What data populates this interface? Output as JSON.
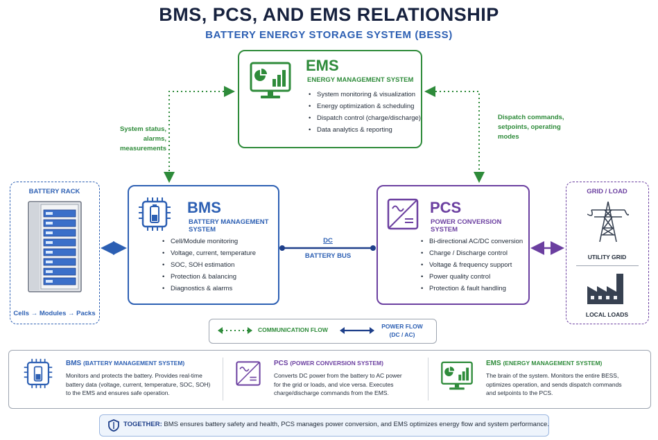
{
  "header": {
    "title": "BMS, PCS, AND EMS RELATIONSHIP",
    "subtitle": "BATTERY ENERGY STORAGE SYSTEM (BESS)"
  },
  "ems": {
    "abbr": "EMS",
    "full": "ENERGY MANAGEMENT SYSTEM",
    "features": [
      "System monitoring & visualization",
      "Energy optimization & scheduling",
      "Dispatch control (charge/discharge)",
      "Data analytics & reporting"
    ],
    "icon": "monitor-chart-icon"
  },
  "bms": {
    "abbr": "BMS",
    "full": "BATTERY MANAGEMENT SYSTEM",
    "features": [
      "Cell/Module monitoring",
      "Voltage, current, temperature",
      "SOC, SOH estimation",
      "Protection & balancing",
      "Diagnostics & alarms"
    ],
    "icon": "battery-chip-icon"
  },
  "pcs": {
    "abbr": "PCS",
    "full": "POWER CONVERSION SYSTEM",
    "features": [
      "Bi-directional AC/DC conversion",
      "Charge / Discharge control",
      "Voltage & frequency support",
      "Power quality control",
      "Protection & fault handling"
    ],
    "icon": "ac-dc-converter-icon"
  },
  "battery_rack": {
    "title": "BATTERY RACK",
    "caption": "Cells → Modules → Packs",
    "icon": "battery-rack-icon"
  },
  "grid_load": {
    "title": "GRID / LOAD",
    "utility": "UTILITY GRID",
    "loads": "LOCAL LOADS",
    "icons": [
      "transmission-tower-icon",
      "factory-icon"
    ]
  },
  "flows": {
    "left_label": [
      "System status,",
      "alarms, measurements"
    ],
    "right_label": [
      "Dispatch commands,",
      "setpoints, operating",
      "modes"
    ],
    "bus_top": "DC",
    "bus_bottom": "BATTERY BUS"
  },
  "legend": {
    "communication": "COMMUNICATION FLOW",
    "power": [
      "POWER FLOW",
      "(DC / AC)"
    ]
  },
  "descriptions": {
    "bms": {
      "abbr": "BMS",
      "full": "(BATTERY MANAGEMENT SYSTEM)",
      "lines": [
        "Monitors and protects the battery. Provides real-time",
        "battery data (voltage, current, temperature, SOC, SOH)",
        "to the EMS and ensures safe operation."
      ]
    },
    "pcs": {
      "abbr": "PCS",
      "full": "(POWER CONVERSION SYSTEM)",
      "lines": [
        "Converts DC power from the battery to AC power",
        "for the grid or loads, and vice versa. Executes",
        "charge/discharge commands from the EMS."
      ]
    },
    "ems": {
      "abbr": "EMS",
      "full": "(ENERGY MANAGEMENT SYSTEM)",
      "lines": [
        "The brain of the system. Monitors the entire BESS,",
        "optimizes operation, and sends dispatch commands",
        "and setpoints to the PCS."
      ]
    }
  },
  "together": {
    "label": "TOGETHER:",
    "text": "BMS ensures battery safety and health, PCS manages power conversion, and EMS optimizes energy flow and system performance.",
    "icon": "shield-icon"
  },
  "colors": {
    "title": "#16213e",
    "ems": "#2e8b3a",
    "bms": "#2c5fb3",
    "pcs": "#6b3fa0"
  }
}
